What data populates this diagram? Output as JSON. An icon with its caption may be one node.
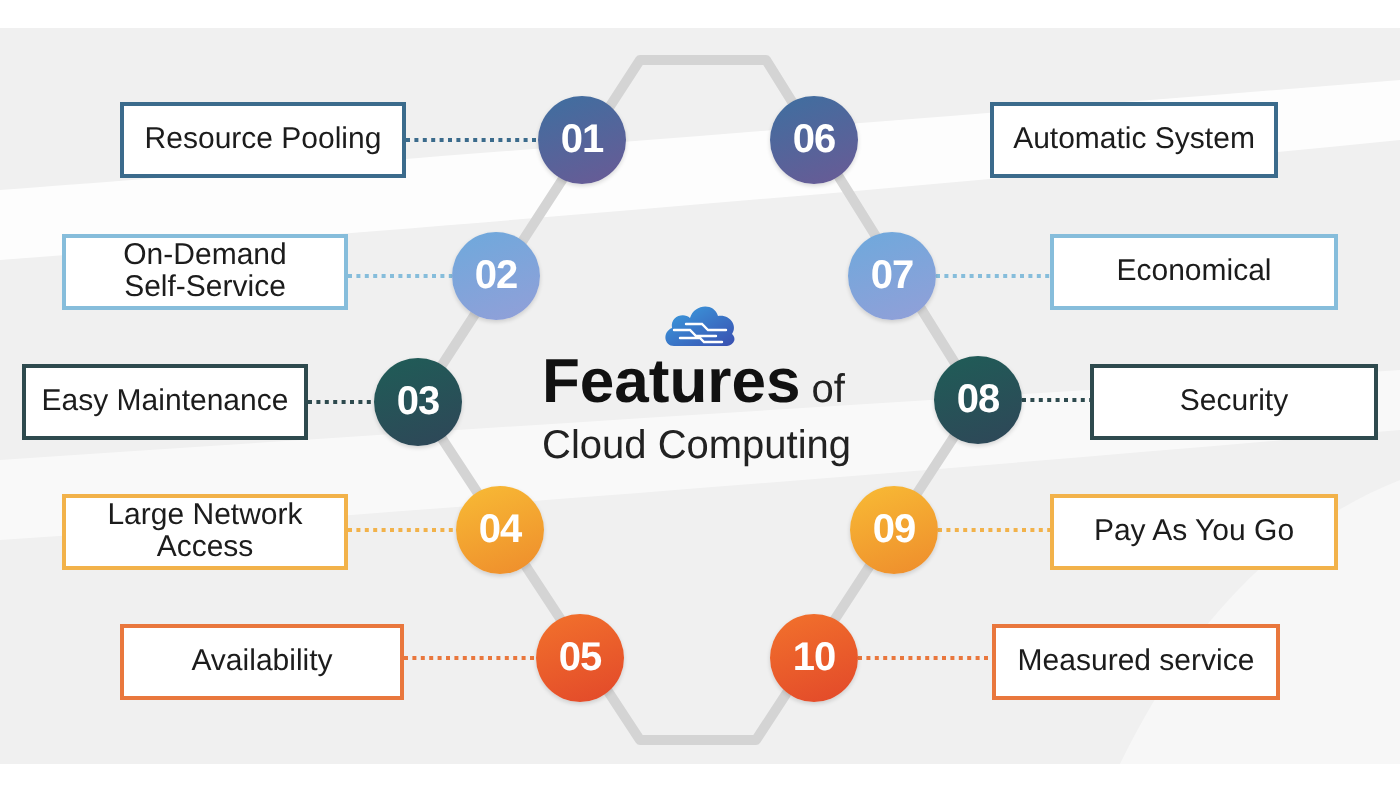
{
  "diagram": {
    "title": "**Features** of Cloud Computing",
    "nodes": [
      {
        "text": [
          "Resource Pooling"
        ]
      },
      {
        "text": [
          "01"
        ]
      },
      {
        "text": [
          "06"
        ]
      },
      {
        "text": [
          "Automatic System"
        ]
      },
      {
        "text": [
          "On-Demand Self-Service"
        ]
      },
      {
        "text": [
          "02"
        ]
      },
      {
        "text": [
          "07"
        ]
      },
      {
        "text": [
          "Economical"
        ]
      },
      {
        "text": [
          "Easy Maintenance"
        ]
      },
      {
        "text": [
          "03"
        ]
      },
      {
        "text": [
          "08"
        ]
      },
      {
        "text": [
          "Security"
        ]
      },
      {
        "text": [
          "Large Network Access"
        ]
      },
      {
        "text": [
          "04"
        ]
      },
      {
        "text": [
          "09"
        ]
      },
      {
        "text": [
          "Pay As You Go"
        ]
      },
      {
        "text": [
          "Availability"
        ]
      },
      {
        "text": [
          "05"
        ]
      },
      {
        "text": [
          "10"
        ]
      },
      {
        "text": [
          "Measured service"
        ]
      }
    ],
    "edges": [
      {
        "from": 0,
        "to": 1,
        "arrow": "none",
        "style": "dashed",
        "color": "#3b6b8c"
      },
      {
        "from": 4,
        "to": 5,
        "arrow": "none",
        "style": "dashed",
        "color": "#86bddb"
      },
      {
        "from": 6,
        "to": 7,
        "arrow": "none",
        "style": "dashed",
        "color": "#86bddb"
      },
      {
        "from": 8,
        "to": 9,
        "arrow": "none",
        "style": "dashed",
        "color": "#2e4a4e"
      },
      {
        "from": 10,
        "to": 11,
        "arrow": "none",
        "style": "dashed",
        "color": "#2e4a4e"
      },
      {
        "from": 12,
        "to": 13,
        "arrow": "none",
        "style": "dashed",
        "color": "#f2b24a"
      },
      {
        "from": 14,
        "to": 15,
        "arrow": "none",
        "style": "dashed",
        "color": "#f2b24a"
      },
      {
        "from": 16,
        "to": 17,
        "arrow": "none",
        "style": "dashed",
        "color": "#e9773d"
      },
      {
        "from": 18,
        "to": 19,
        "arrow": "none",
        "style": "dashed",
        "color": "#e9773d"
      }
    ]
  }
}
